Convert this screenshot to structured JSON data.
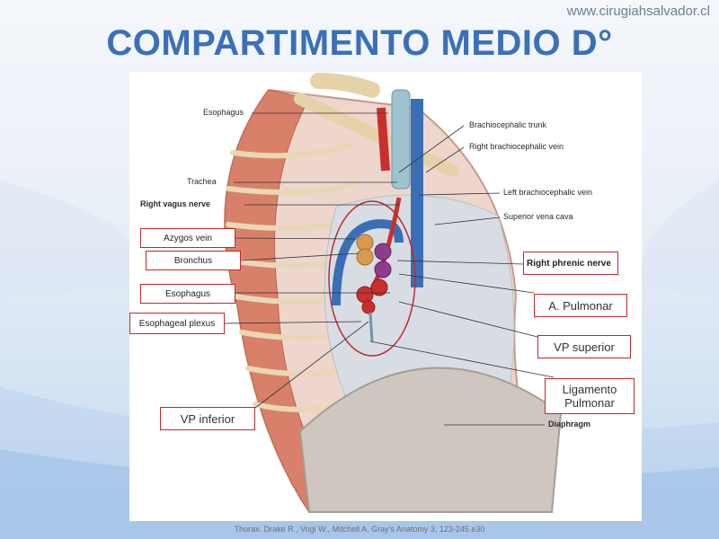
{
  "site_url": "www.cirugiahsalvador.cl",
  "title": "COMPARTIMENTO MEDIO D°",
  "citation": "Thorax. Drake R., Vogl W., Mitchell A. Gray's Anatomy 3, 123-245.e30",
  "labels": {
    "esophagus_top": "Esophagus",
    "brachiocephalic_trunk": "Brachiocephalic trunk",
    "right_brachiocephalic_vein": "Right brachiocephalic vein",
    "trachea": "Trachea",
    "left_brachiocephalic_vein": "Left brachiocephalic vein",
    "right_vagus_nerve": "Right vagus nerve",
    "superior_vena_cava": "Superior vena cava",
    "azygos_vein": "Azygos vein",
    "bronchus": "Bronchus",
    "right_phrenic_nerve": "Right phrenic nerve",
    "esophagus_box": "Esophagus",
    "a_pulmonar": "A. Pulmonar",
    "esophageal_plexus": "Esophageal plexus",
    "vp_superior": "VP superior",
    "ligamento_line1": "Ligamento",
    "ligamento_line2": "Pulmonar",
    "vp_inferior": "VP inferior",
    "diaphragm": "Diaphragm"
  },
  "colors": {
    "title": "#3b70b8",
    "box_border": "#c0282d",
    "muscle": "#d9806a",
    "vein": "#3b6fb5",
    "artery": "#c8302e"
  }
}
